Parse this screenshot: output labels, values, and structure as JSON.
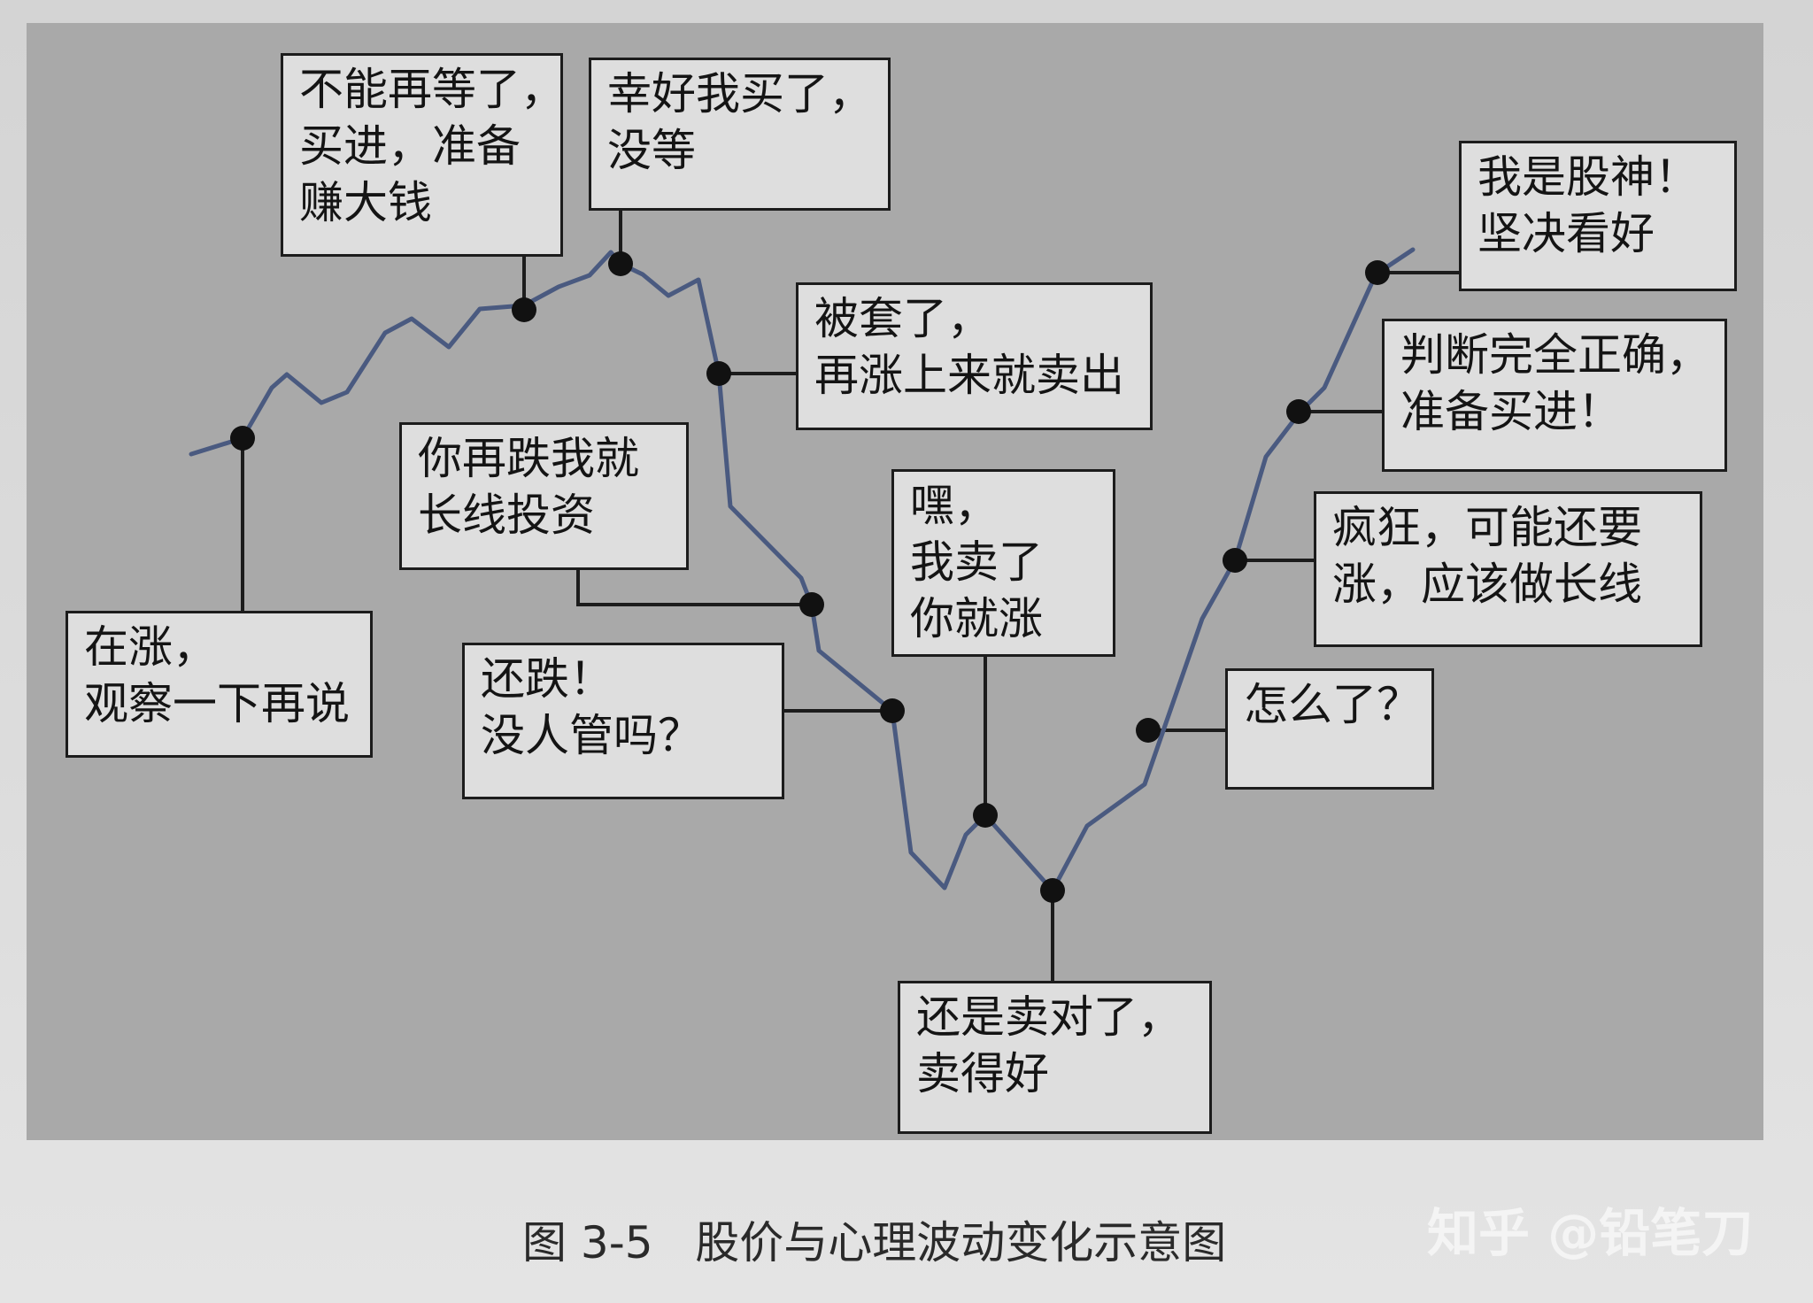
{
  "colors": {
    "line": "#4a5a80",
    "dot": "#111111",
    "connector": "#1c1c1c",
    "plot_background": "#a9a9a9",
    "label_fill": "#dedede"
  },
  "labels": {
    "a": "在涨，\n观察一下再说",
    "b": "不能再等了，\n买进，准备\n赚大钱",
    "c": "幸好我买了，\n没等",
    "d": "被套了，\n再涨上来就卖出",
    "e": "你再跌我就\n长线投资",
    "f": "还跌！\n没人管吗？",
    "g": "嘿，\n我卖了\n你就涨",
    "h": "还是卖对了，\n卖得好",
    "i": "怎么了？",
    "j": "疯狂，可能还要\n涨，应该做长线",
    "k": "判断完全正确，\n准备买进！",
    "l": "我是股神！\n坚决看好"
  },
  "caption": "图 3-5   股价与心理波动变化示意图",
  "watermark": "知乎 @铅笔刀"
}
